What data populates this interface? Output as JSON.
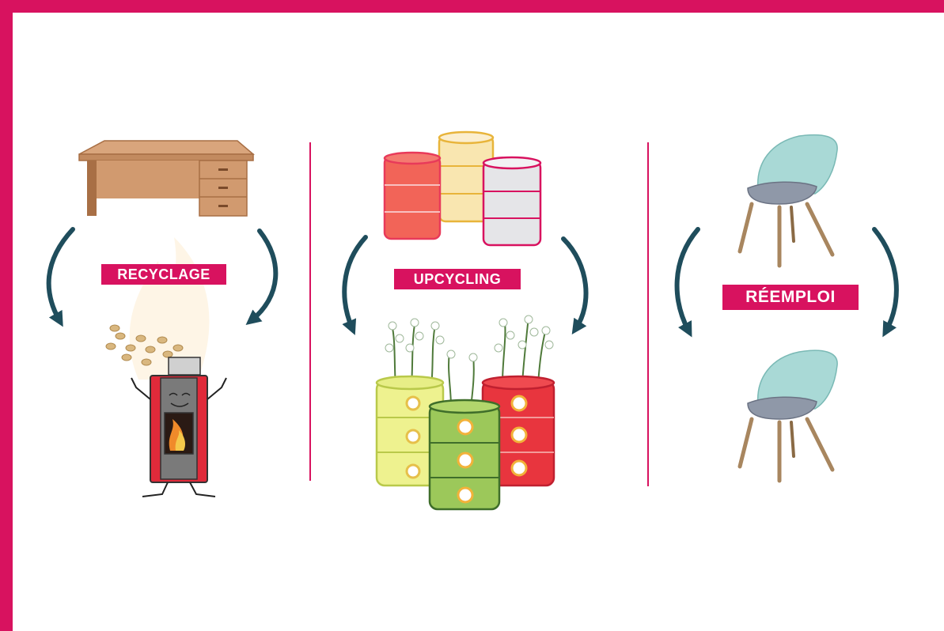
{
  "colors": {
    "accent": "#d8125f",
    "arrow": "#1f4d5c",
    "chair": "#a9d9d6",
    "desk": "#c9956b",
    "stove_red": "#e02a3a",
    "barrel_red": "#f05a55",
    "barrel_yellow": "#f8e08a",
    "barrel_grey": "#e3e3e6",
    "barrel_lime": "#e8f08a",
    "barrel_green": "#9cc85a"
  },
  "sections": [
    {
      "label": "RECYCLAGE",
      "before": "desk",
      "after": "pellet-stove"
    },
    {
      "label": "UPCYCLING",
      "before": "barrels",
      "after": "barrel-planters"
    },
    {
      "label": "RÉEMPLOI",
      "before": "chair",
      "after": "chair"
    }
  ]
}
